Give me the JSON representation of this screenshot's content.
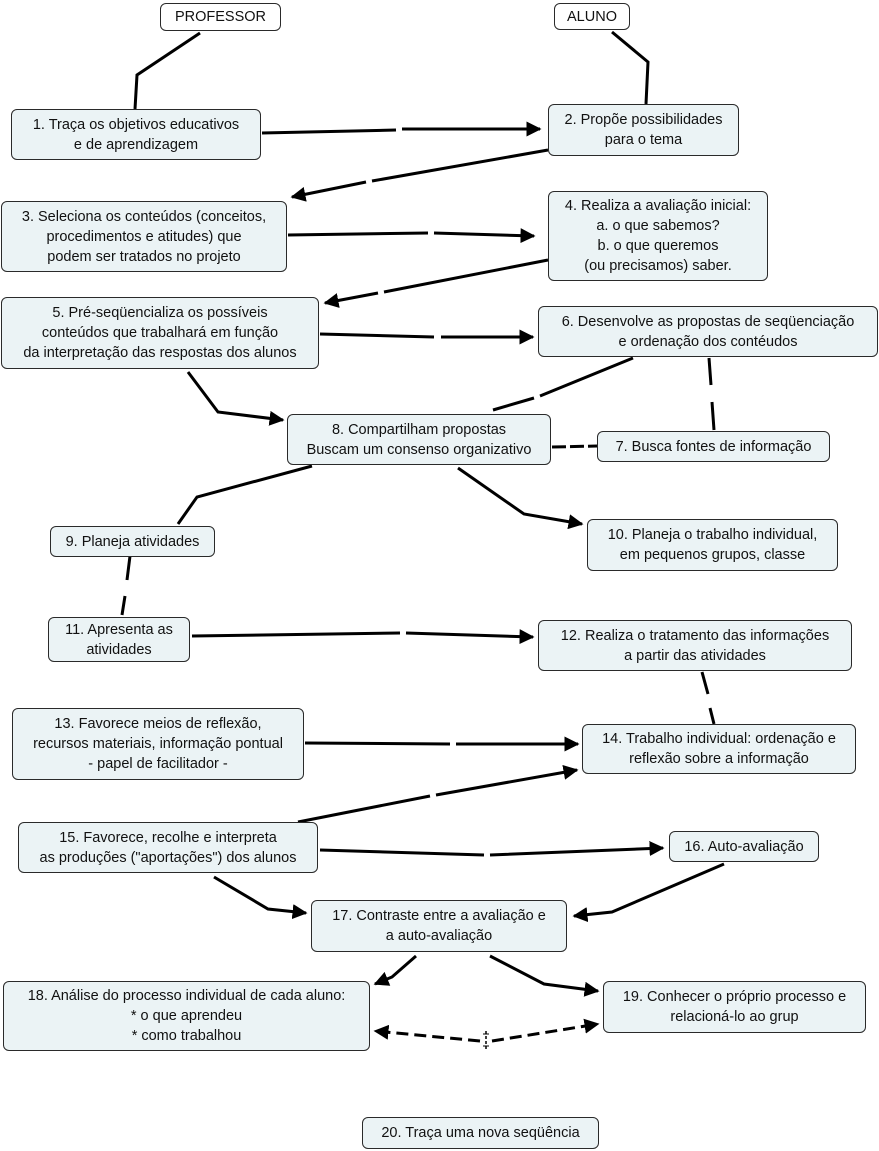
{
  "nodes": {
    "professor": [
      "PROFESSOR"
    ],
    "aluno": [
      "ALUNO"
    ],
    "n1": [
      "1. Traça os objetivos educativos",
      "e de  aprendizagem"
    ],
    "n2": [
      "2. Propõe possibilidades",
      "para o tema"
    ],
    "n3": [
      "3. Seleciona os conteúdos (conceitos,",
      "procedimentos e atitudes) que",
      "podem ser tratados no projeto"
    ],
    "n4": [
      "4. Realiza a avaliação inicial:",
      "a. o que sabemos?",
      "b. o que queremos",
      "(ou precisamos) saber."
    ],
    "n5": [
      "5. Pré-seqüencializa os possíveis",
      "conteúdos que trabalhará em função",
      "da interpretação das respostas dos alunos"
    ],
    "n6": [
      "6. Desenvolve as propostas de seqüenciação",
      "e ordenação dos contéudos"
    ],
    "n7": [
      "7. Busca fontes de informação"
    ],
    "n8": [
      "8. Compartilham propostas",
      "Buscam um consenso organizativo"
    ],
    "n9": [
      "9. Planeja atividades"
    ],
    "n10": [
      "10. Planeja o trabalho individual,",
      "em pequenos grupos, classe"
    ],
    "n11": [
      "11. Apresenta as",
      "atividades"
    ],
    "n12": [
      "12. Realiza o tratamento das informações",
      "a partir das atividades"
    ],
    "n13": [
      "13. Favorece meios de reflexão,",
      "recursos materiais, informação pontual",
      "- papel de facilitador -"
    ],
    "n14": [
      "14. Trabalho individual: ordenação e",
      "reflexão sobre a informação"
    ],
    "n15": [
      "15. Favorece, recolhe e interpreta",
      "as produções (\"aportações\") dos alunos"
    ],
    "n16": [
      "16. Auto-avaliação"
    ],
    "n17": [
      "17. Contraste entre a avaliação e",
      "a auto-avaliação"
    ],
    "n18": [
      "18. Análise do processo individual de cada aluno:",
      "* o que aprendeu",
      "* como trabalhou"
    ],
    "n19": [
      "19. Conhecer o próprio processo e",
      "relacioná-lo ao grup"
    ],
    "n20": [
      "20. Traça uma nova seqüência"
    ]
  },
  "colors": {
    "node_fill": "#ebf3f5",
    "line": "#000000"
  }
}
